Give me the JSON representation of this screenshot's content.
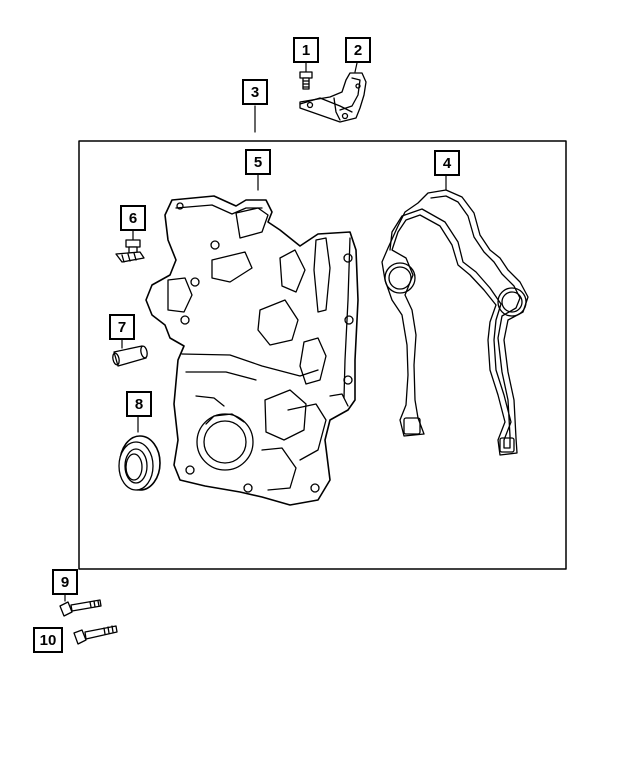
{
  "callouts": [
    {
      "id": "1",
      "label": "1"
    },
    {
      "id": "2",
      "label": "2"
    },
    {
      "id": "3",
      "label": "3"
    },
    {
      "id": "4",
      "label": "4"
    },
    {
      "id": "5",
      "label": "5"
    },
    {
      "id": "6",
      "label": "6"
    },
    {
      "id": "7",
      "label": "7"
    },
    {
      "id": "8",
      "label": "8"
    },
    {
      "id": "9",
      "label": "9"
    },
    {
      "id": "10",
      "label": "10"
    }
  ],
  "parts": {
    "1": {
      "icon": "bolt-icon"
    },
    "2": {
      "icon": "bracket-icon"
    },
    "3": {
      "icon": "assembly-frame"
    },
    "4": {
      "icon": "gasket-icon"
    },
    "5": {
      "icon": "timing-cover-icon"
    },
    "6": {
      "icon": "sensor-stud-icon"
    },
    "7": {
      "icon": "dowel-pin-icon"
    },
    "8": {
      "icon": "oil-seal-icon"
    },
    "9": {
      "icon": "flange-bolt-icon"
    },
    "10": {
      "icon": "flange-bolt-icon"
    }
  }
}
